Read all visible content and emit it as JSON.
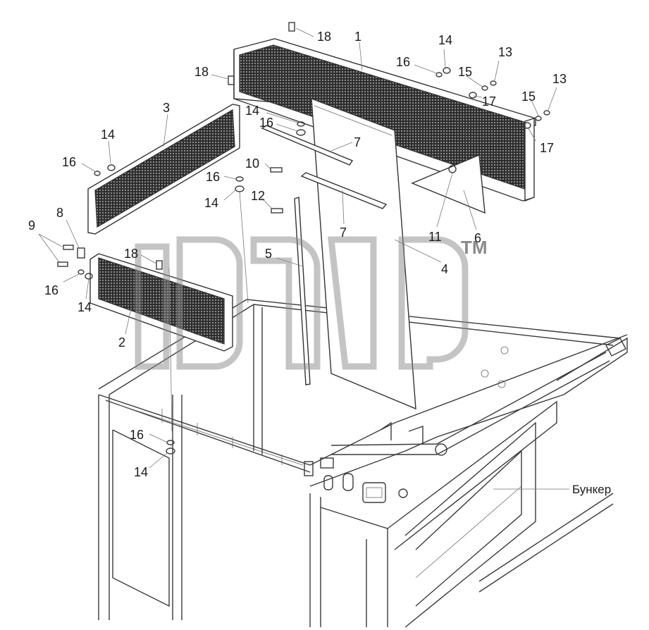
{
  "callouts": [
    {
      "id": "c18a",
      "text": "18"
    },
    {
      "id": "c1",
      "text": "1"
    },
    {
      "id": "c14a",
      "text": "14"
    },
    {
      "id": "c13a",
      "text": "13"
    },
    {
      "id": "c16a",
      "text": "16"
    },
    {
      "id": "c15a",
      "text": "15"
    },
    {
      "id": "c13b",
      "text": "13"
    },
    {
      "id": "c18b",
      "text": "18"
    },
    {
      "id": "c17a",
      "text": "17"
    },
    {
      "id": "c15b",
      "text": "15"
    },
    {
      "id": "c3",
      "text": "3"
    },
    {
      "id": "c14b",
      "text": "14"
    },
    {
      "id": "c16b",
      "text": "16"
    },
    {
      "id": "c17b",
      "text": "17"
    },
    {
      "id": "c14c",
      "text": "14"
    },
    {
      "id": "c16c",
      "text": "16"
    },
    {
      "id": "c7a",
      "text": "7"
    },
    {
      "id": "c10",
      "text": "10"
    },
    {
      "id": "c16d",
      "text": "16"
    },
    {
      "id": "c14d",
      "text": "14"
    },
    {
      "id": "c12",
      "text": "12"
    },
    {
      "id": "c7b",
      "text": "7"
    },
    {
      "id": "c9",
      "text": "9"
    },
    {
      "id": "c8",
      "text": "8"
    },
    {
      "id": "c11",
      "text": "11"
    },
    {
      "id": "c6",
      "text": "6"
    },
    {
      "id": "c5",
      "text": "5"
    },
    {
      "id": "c18c",
      "text": "18"
    },
    {
      "id": "c4",
      "text": "4"
    },
    {
      "id": "c16e",
      "text": "16"
    },
    {
      "id": "c14e",
      "text": "14"
    },
    {
      "id": "c2",
      "text": "2"
    },
    {
      "id": "c16f",
      "text": "16"
    },
    {
      "id": "c14f",
      "text": "14"
    }
  ],
  "bunker_label": "Бункер",
  "watermark": {
    "text": "dfd",
    "tm": "TM",
    "color": "#8a8a8a"
  },
  "colors": {
    "line": "#333333",
    "mesh": "#2b2b2b",
    "watermark": "#9a9a9a"
  }
}
